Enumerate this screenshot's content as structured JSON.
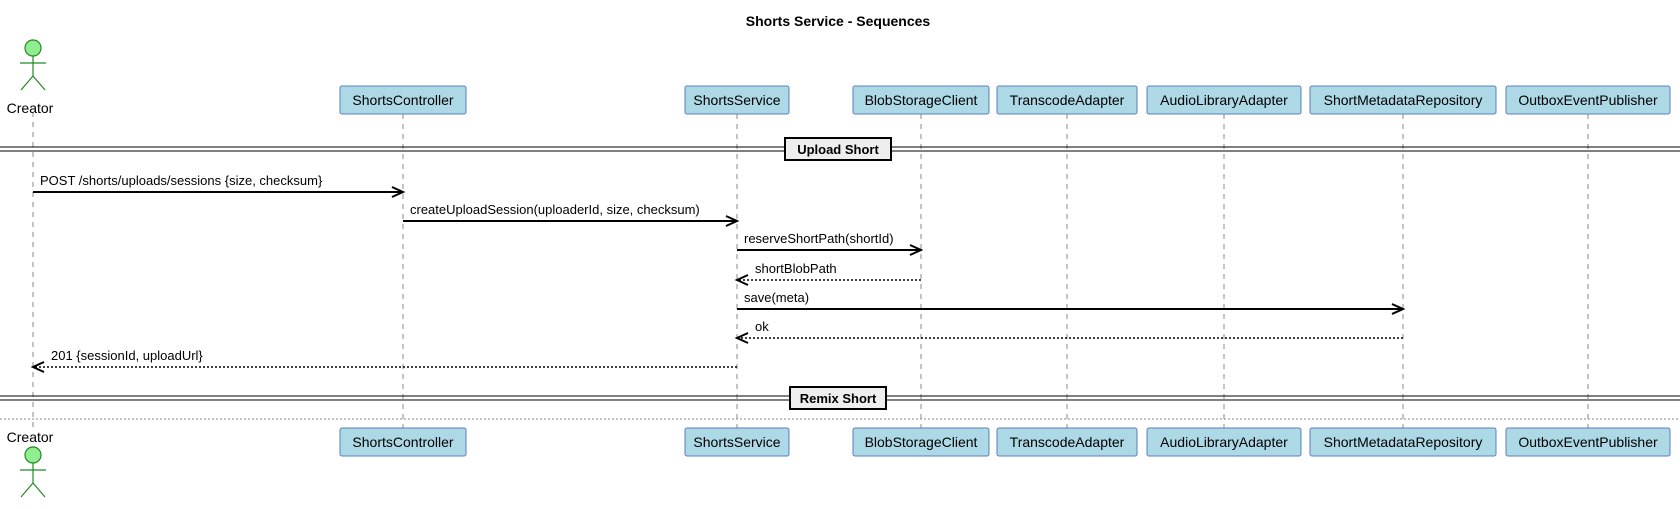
{
  "title": "Shorts Service - Sequences",
  "actor": {
    "name": "Creator"
  },
  "participants": [
    "ShortsController",
    "ShortsService",
    "BlobStorageClient",
    "TranscodeAdapter",
    "AudioLibraryAdapter",
    "ShortMetadataRepository",
    "OutboxEventPublisher"
  ],
  "dividers": [
    "Upload Short",
    "Remix Short"
  ],
  "messages": [
    {
      "from": "Creator",
      "to": "ShortsController",
      "label": "POST /shorts/uploads/sessions {size, checksum}",
      "kind": "call"
    },
    {
      "from": "ShortsController",
      "to": "ShortsService",
      "label": "createUploadSession(uploaderId, size, checksum)",
      "kind": "call"
    },
    {
      "from": "ShortsService",
      "to": "BlobStorageClient",
      "label": "reserveShortPath(shortId)",
      "kind": "call"
    },
    {
      "from": "BlobStorageClient",
      "to": "ShortsService",
      "label": "shortBlobPath",
      "kind": "return"
    },
    {
      "from": "ShortsService",
      "to": "ShortMetadataRepository",
      "label": "save(meta)",
      "kind": "call"
    },
    {
      "from": "ShortMetadataRepository",
      "to": "ShortsService",
      "label": "ok",
      "kind": "return"
    },
    {
      "from": "ShortsService",
      "to": "Creator",
      "label": "201 {sessionId, uploadUrl}",
      "kind": "return"
    }
  ],
  "colors": {
    "participant_fill": "#add8e6",
    "participant_border": "#5a7fbf",
    "actor_fill": "#90ee90",
    "divider_fill": "#eeeeee"
  }
}
